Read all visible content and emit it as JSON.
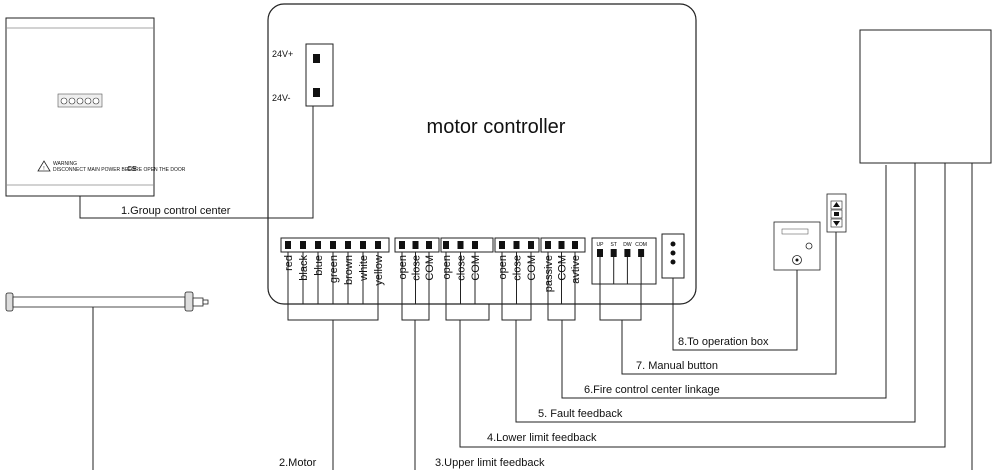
{
  "controller": {
    "title": "motor controller",
    "power_plus": "24V+",
    "power_minus": "24V-"
  },
  "terminals": {
    "motor": [
      "red",
      "black",
      "blue",
      "green",
      "brown",
      "white",
      "yellow"
    ],
    "upper_limit": [
      "open",
      "close",
      "COM"
    ],
    "lower_limit": [
      "open",
      "close",
      "COM"
    ],
    "fault": [
      "open",
      "close",
      "COM"
    ],
    "fire": [
      "passive",
      "COM",
      "avtive"
    ],
    "manual": [
      "UP",
      "ST",
      "DW",
      "COM"
    ]
  },
  "connections": {
    "c1": "1.Group control center",
    "c2": "2.Motor",
    "c3": "3.Upper limit feedback",
    "c4": "4.Lower limit feedback",
    "c5": "5. Fault feedback",
    "c6": "6.Fire control center linkage",
    "c7": "7. Manual button",
    "c8": "8.To operation box"
  },
  "group_center": {
    "warning_title": "WARNING",
    "warning_text": "DISCONNECT MAIN POWER BEFORE OPEN THE DOOR",
    "ce_mark": "CE"
  }
}
